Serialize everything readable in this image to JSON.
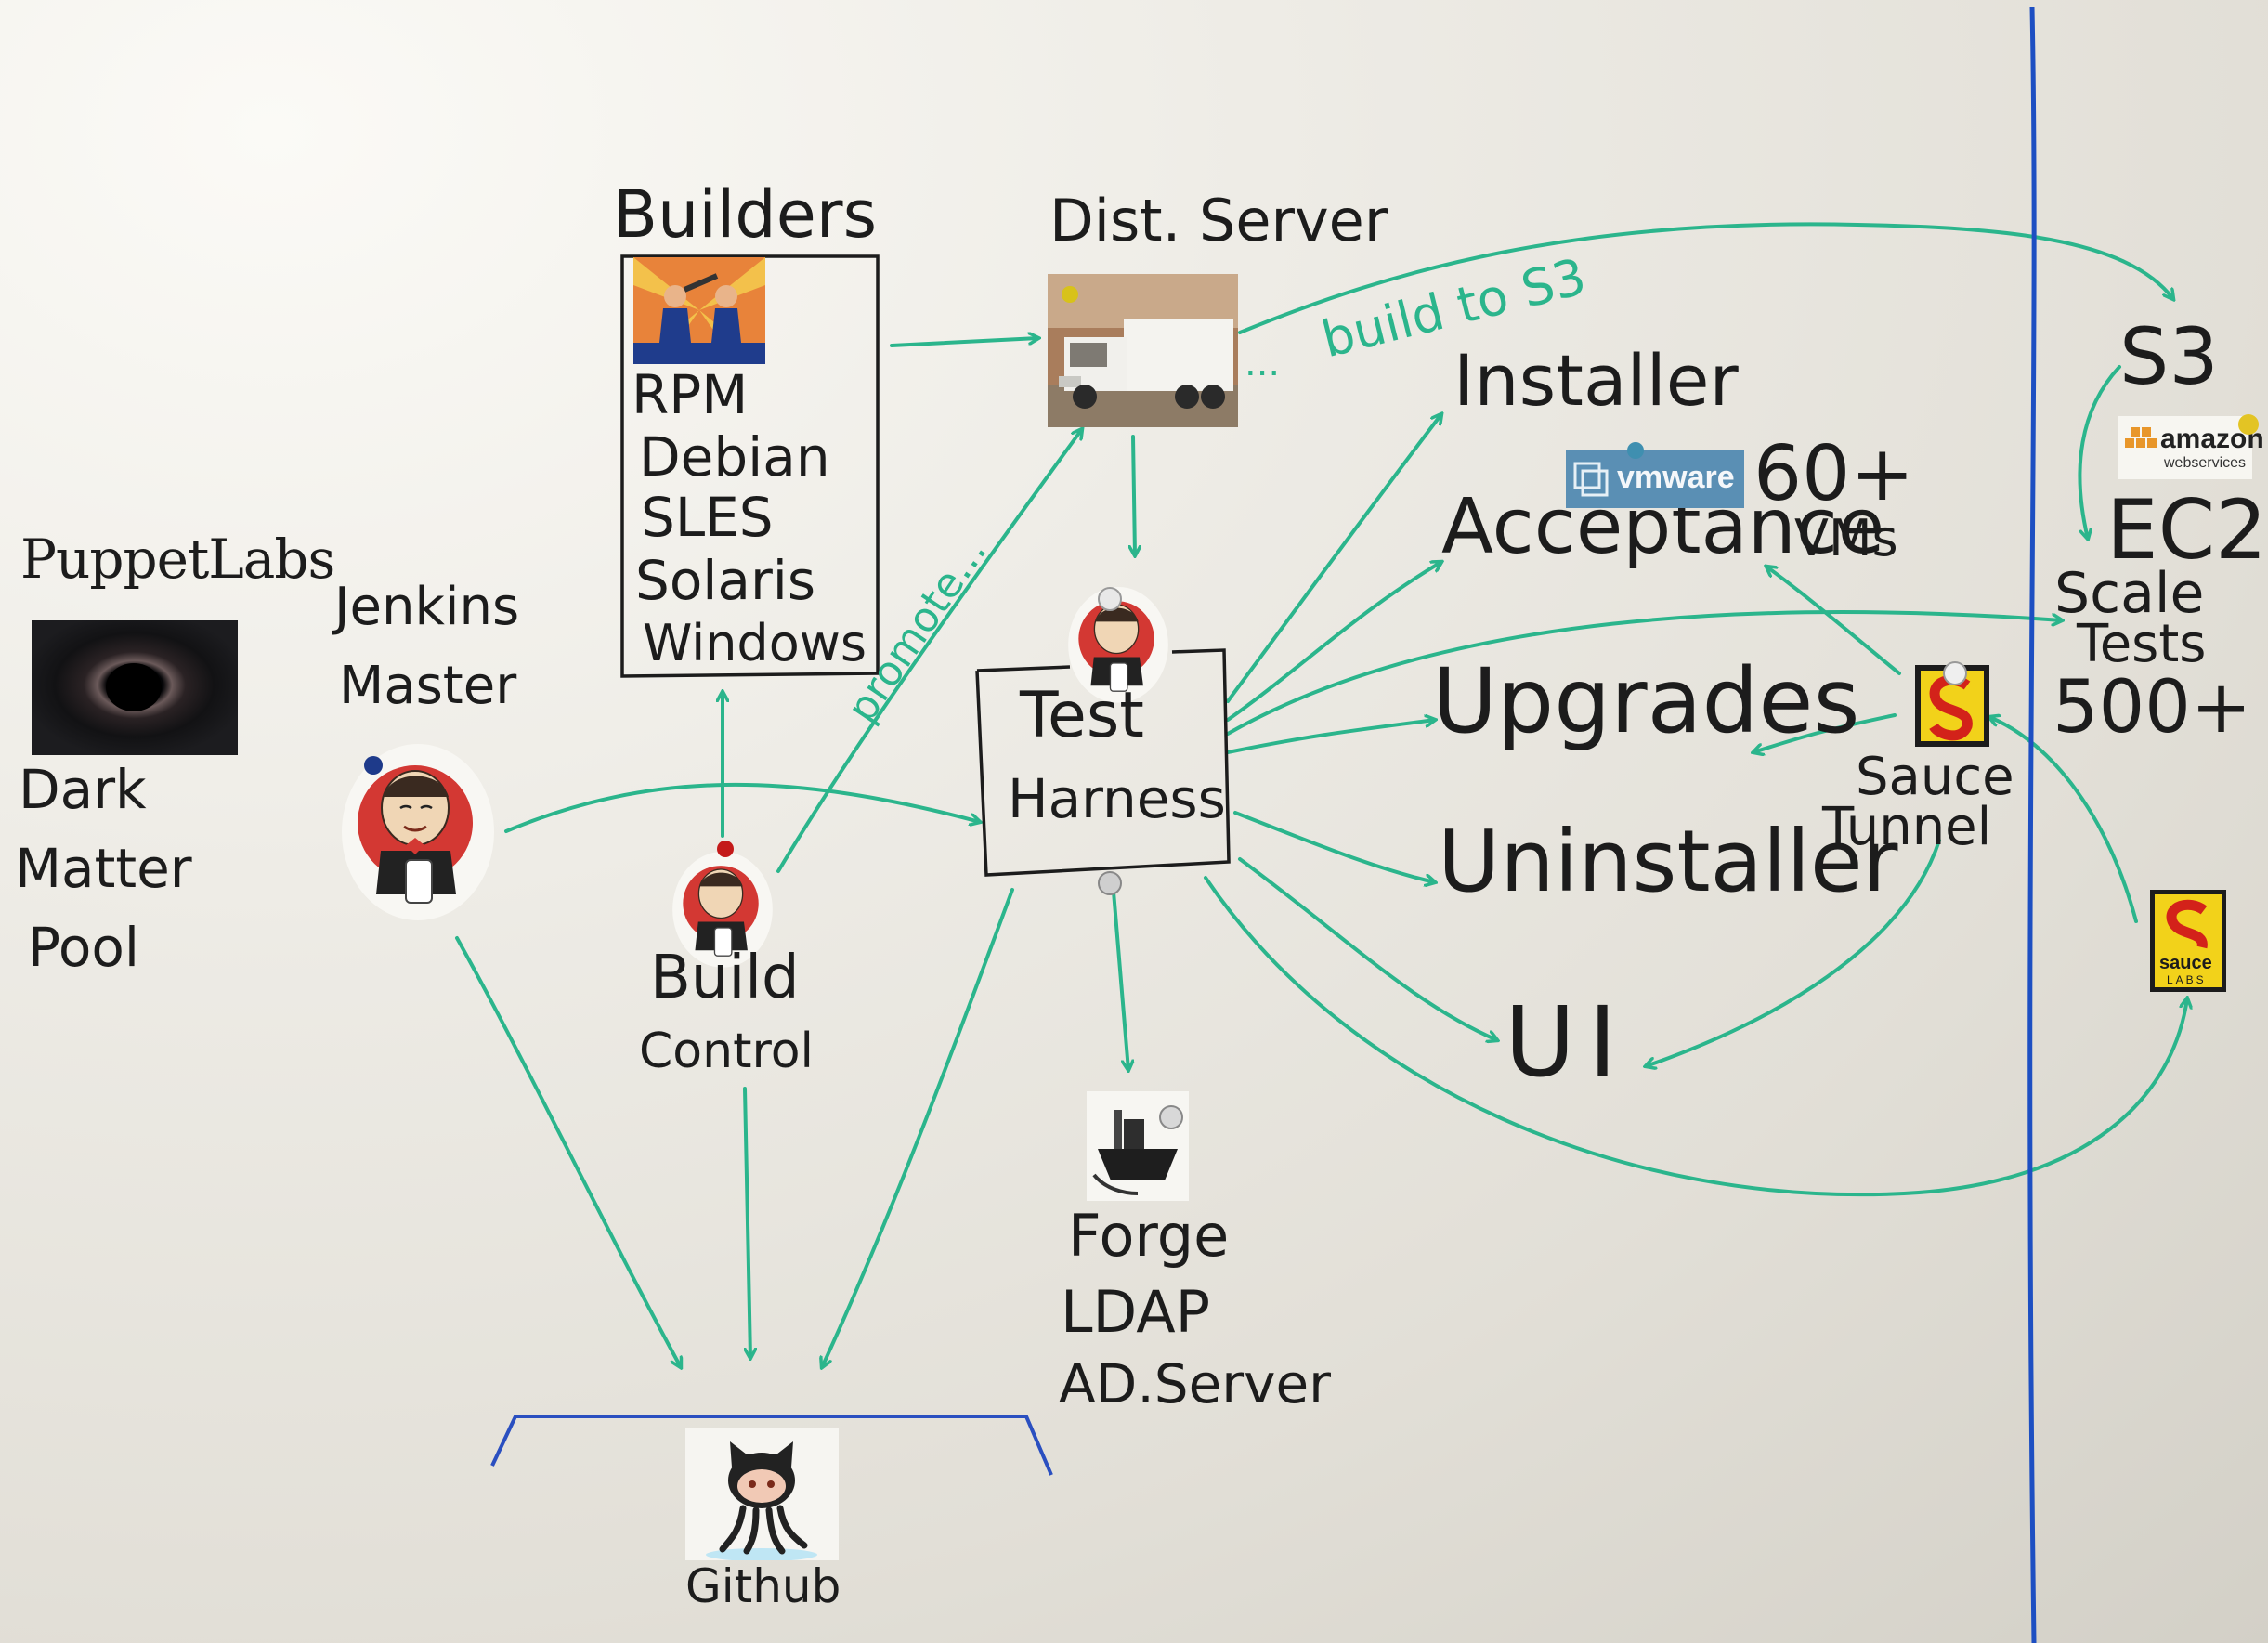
{
  "nodes": {
    "puppetlabs": {
      "title": "PuppetLabs",
      "lines": [
        "Dark",
        "Matter",
        "Pool"
      ]
    },
    "jenkins_master": {
      "lines": [
        "Jenkins",
        "Master"
      ]
    },
    "builders": {
      "title": "Builders",
      "items": [
        "RPM",
        "Debian",
        "SLES",
        "Solaris",
        "Windows"
      ]
    },
    "build_control": {
      "lines": [
        "Build",
        "Control"
      ]
    },
    "dist_server": {
      "title": "Dist. Server"
    },
    "test_harness": {
      "lines": [
        "Test",
        "Harness"
      ]
    },
    "forge": {
      "lines": [
        "Forge",
        "LDAP",
        "AD.Server"
      ]
    },
    "github": {
      "label": "Github"
    },
    "targets": {
      "installer": "Installer",
      "acceptance": "Acceptance",
      "upgrades": "Upgrades",
      "uninstaller": "Uninstaller",
      "ui": "UI"
    },
    "vms": {
      "count": "60+",
      "label": "VMs",
      "logo": "vmware"
    },
    "sauce_tunnel": {
      "lines": [
        "Sauce",
        "Tunnel"
      ]
    },
    "cloud": {
      "s3": "S3",
      "ec2": "EC2",
      "scale": [
        "Scale",
        "Tests",
        "500+"
      ],
      "amazon_logo": "amazon",
      "amazon_sub": "webservices"
    },
    "sauce_labs": {
      "logo_top": "sauce",
      "logo_bottom": "LABS"
    }
  },
  "edge_labels": {
    "build_to_s3": "build to S3",
    "promote": "promote...",
    "ellipsis": "..."
  },
  "icons": [
    "jenkins-butler-icon",
    "github-octocat-icon",
    "sauce-labs-icon",
    "truck-photo-icon",
    "builders-hammer-icon",
    "black-hole-icon",
    "puppet-forge-ship-icon",
    "vmware-logo-icon",
    "amazon-aws-logo-icon"
  ],
  "colors": {
    "marker_green": "#2bb58c",
    "marker_blue": "#1d4fc2",
    "ink": "#1c1c1c",
    "board": "#ecebe6"
  }
}
